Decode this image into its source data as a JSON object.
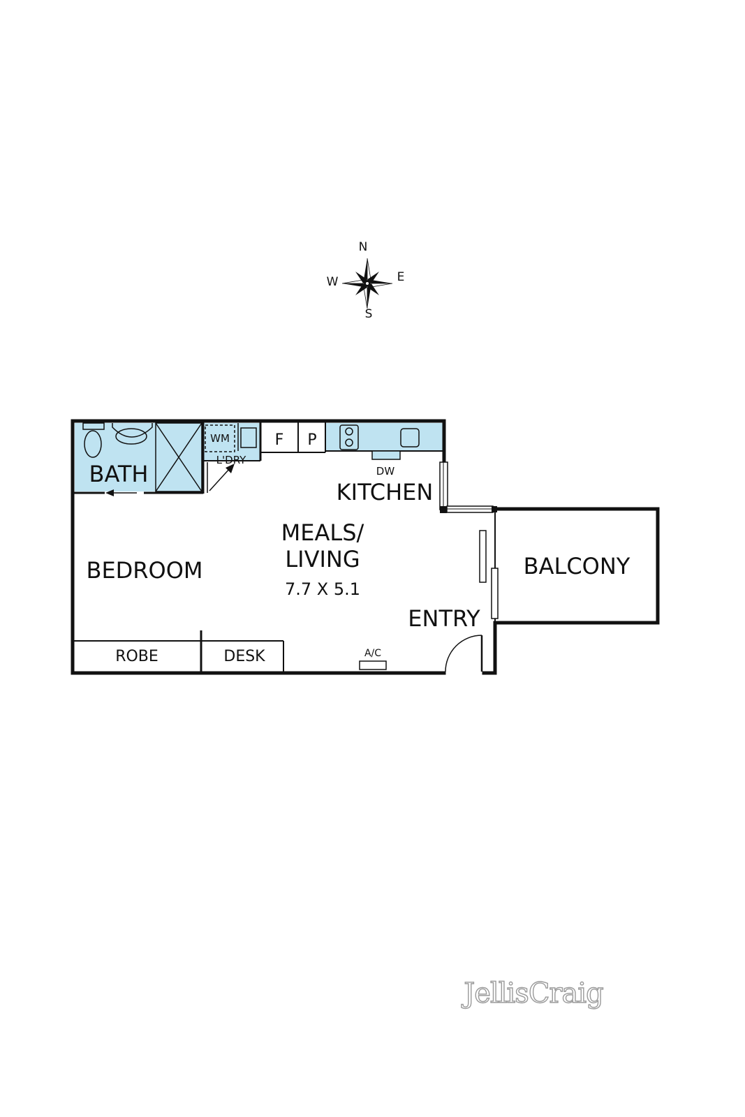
{
  "compass": {
    "north": "N",
    "east": "E",
    "south": "S",
    "west": "W"
  },
  "rooms": {
    "bath": "BATH",
    "bedroom": "BEDROOM",
    "kitchen": "KITCHEN",
    "meals_living_line1": "MEALS/",
    "meals_living_line2": "LIVING",
    "meals_living_dims": "7.7 X 5.1",
    "balcony": "BALCONY",
    "entry": "ENTRY",
    "laundry": "L'DRY"
  },
  "fixtures": {
    "washing_machine": "WM",
    "fridge": "F",
    "pantry": "P",
    "dishwasher": "DW",
    "robe": "ROBE",
    "desk": "DESK",
    "air_con": "A/C"
  },
  "brand": {
    "logo_text": "JellisCraig"
  },
  "colors": {
    "wet_area": "#bfe3f1",
    "wall": "#111111"
  }
}
